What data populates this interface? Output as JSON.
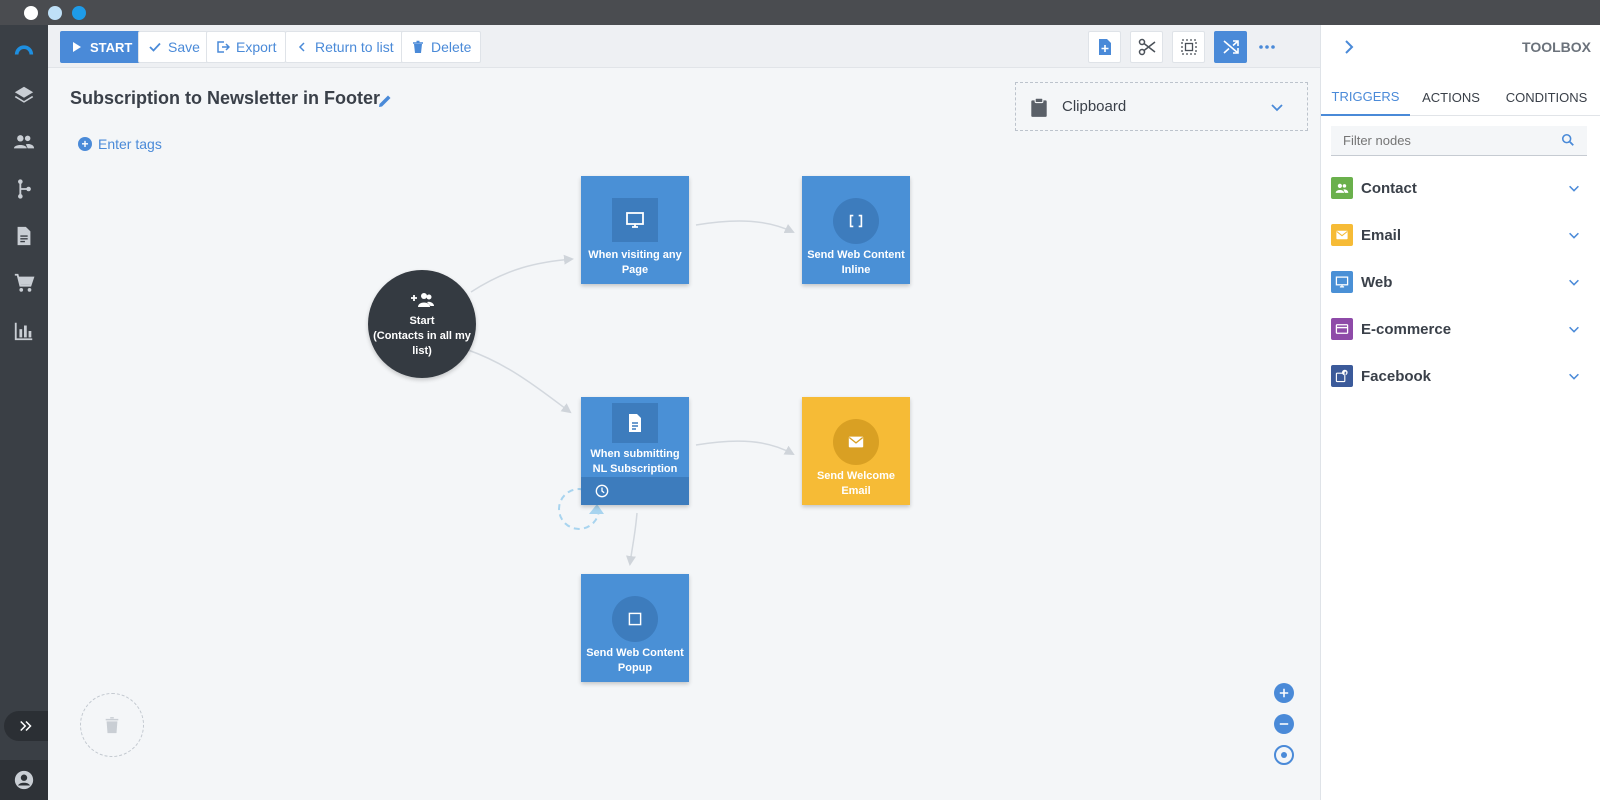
{
  "window": {
    "dots": [
      "close",
      "minimize",
      "maximize"
    ]
  },
  "leftnav": {
    "items": [
      "logo-icon",
      "layers-icon",
      "contacts-icon",
      "workflow-icon",
      "document-icon",
      "cart-icon",
      "reports-icon"
    ]
  },
  "toolbar": {
    "start_label": "START",
    "save_label": "Save",
    "export_label": "Export",
    "return_label": "Return to list",
    "delete_label": "Delete"
  },
  "page": {
    "title": "Subscription to Newsletter in Footer",
    "tags_label": "Enter tags"
  },
  "clipboard": {
    "label": "Clipboard"
  },
  "workflow": {
    "start_node": {
      "line1": "Start",
      "line2": "(Contacts in all my",
      "line3": "list)"
    },
    "nodes": {
      "visit_page": "When visiting any Page",
      "inline_content": "Send Web Content Inline",
      "submit_form": "When submitting NL Subscription Form",
      "welcome_email": "Send Welcome Email",
      "popup_content": "Send Web Content Popup"
    }
  },
  "toolbox": {
    "title": "TOOLBOX",
    "tabs": [
      "TRIGGERS",
      "ACTIONS",
      "CONDITIONS"
    ],
    "active_tab": "TRIGGERS",
    "filter_placeholder": "Filter nodes",
    "categories": [
      {
        "label": "Contact",
        "color": "#6ab04c"
      },
      {
        "label": "Email",
        "color": "#f6bb36"
      },
      {
        "label": "Web",
        "color": "#4a90d6"
      },
      {
        "label": "E-commerce",
        "color": "#8e4aa8"
      },
      {
        "label": "Facebook",
        "color": "#3b5a9a"
      }
    ]
  },
  "colors": {
    "accent": "#4a8ad8",
    "node_blue": "#4a90d6",
    "node_yellow": "#f6bb36",
    "start_node": "#343a41"
  }
}
